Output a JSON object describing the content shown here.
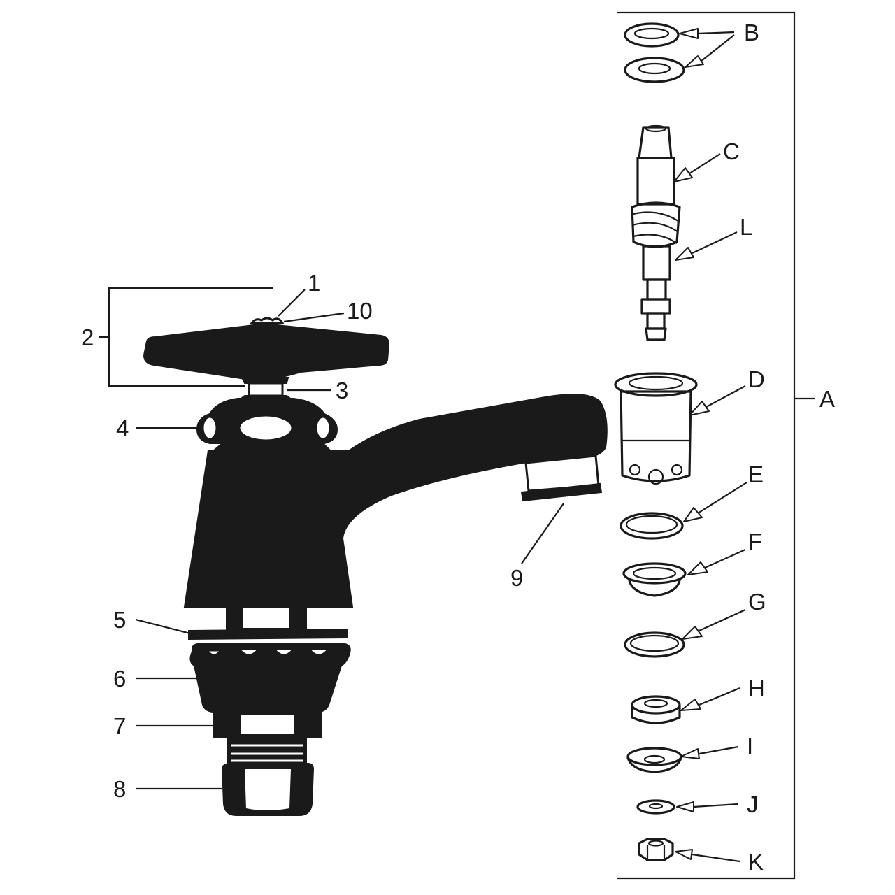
{
  "diagram": {
    "callouts": {
      "n1": "1",
      "n2": "2",
      "n3": "3",
      "n4": "4",
      "n5": "5",
      "n6": "6",
      "n7": "7",
      "n8": "8",
      "n9": "9",
      "n10": "10",
      "A": "A",
      "B": "B",
      "C": "C",
      "D": "D",
      "E": "E",
      "F": "F",
      "G": "G",
      "H": "H",
      "I": "I",
      "J": "J",
      "K": "K",
      "L": "L"
    },
    "colors": {
      "ink": "#1a1a1a",
      "paper": "#ffffff"
    }
  }
}
